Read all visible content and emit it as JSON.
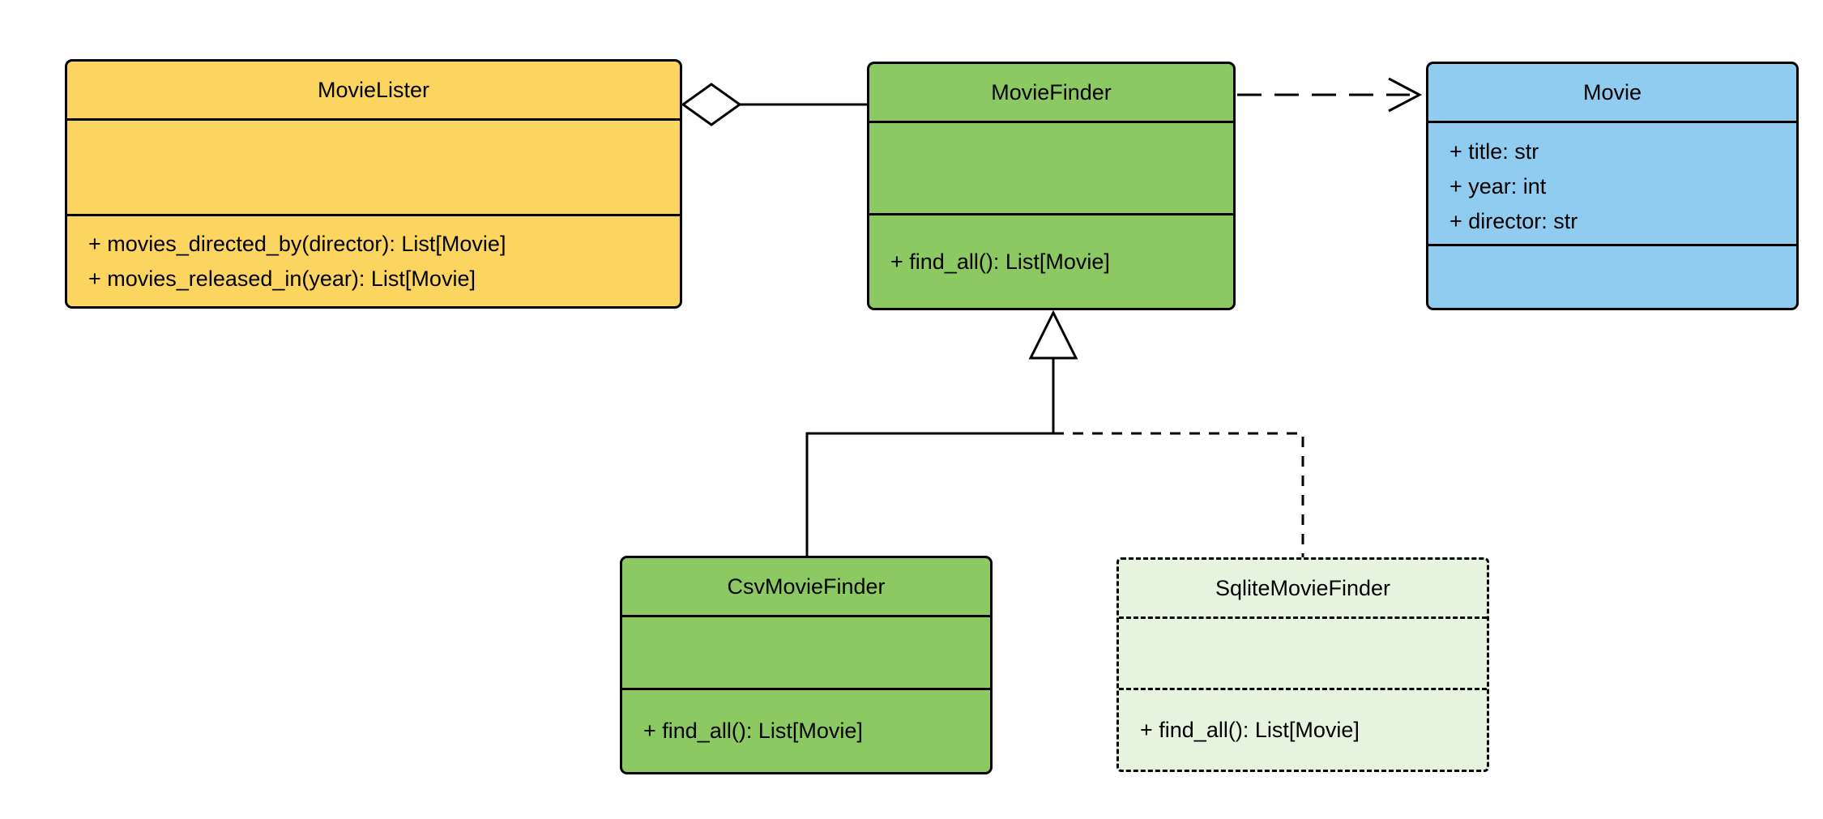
{
  "classes": {
    "movieLister": {
      "title": "MovieLister",
      "attributes": [],
      "methods": [
        "+ movies_directed_by(director): List[Movie]",
        "+ movies_released_in(year): List[Movie]"
      ]
    },
    "movieFinder": {
      "title": "MovieFinder",
      "attributes": [],
      "methods": [
        "+ find_all(): List[Movie]"
      ]
    },
    "movie": {
      "title": "Movie",
      "attributes": [
        "+ title: str",
        "+ year: int",
        "+ director: str"
      ],
      "methods": []
    },
    "csvMovieFinder": {
      "title": "CsvMovieFinder",
      "attributes": [],
      "methods": [
        "+ find_all(): List[Movie]"
      ]
    },
    "sqliteMovieFinder": {
      "title": "SqliteMovieFinder",
      "attributes": [],
      "methods": [
        "+ find_all(): List[Movie]"
      ]
    }
  },
  "relations": [
    {
      "type": "aggregation",
      "from": "MovieLister",
      "to": "MovieFinder",
      "style": "solid"
    },
    {
      "type": "dependency",
      "from": "MovieFinder",
      "to": "Movie",
      "style": "dashed"
    },
    {
      "type": "inheritance",
      "from": "CsvMovieFinder",
      "to": "MovieFinder",
      "style": "solid"
    },
    {
      "type": "inheritance",
      "from": "SqliteMovieFinder",
      "to": "MovieFinder",
      "style": "dashed"
    }
  ],
  "colors": {
    "movieLister_fill": "#FBD55F",
    "movieFinder_fill": "#8DC963",
    "movie_fill": "#90CBF0",
    "csvMovieFinder_fill": "#8DC963",
    "sqliteMovieFinder_fill": "#E6F3DE",
    "stroke": "#000000",
    "background": "#FFFFFF"
  }
}
